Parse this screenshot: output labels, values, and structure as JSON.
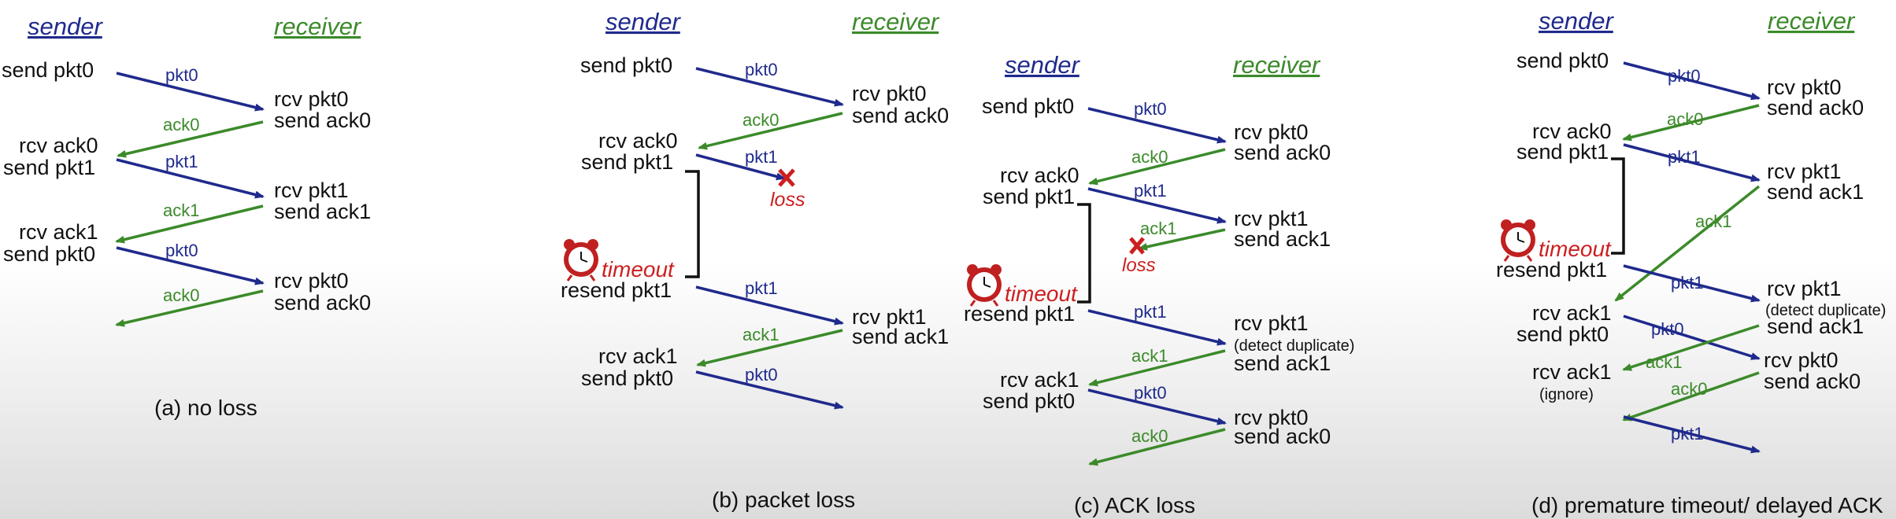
{
  "headers": {
    "sender": "sender",
    "receiver": "receiver"
  },
  "captions": {
    "a": "(a) no loss",
    "b": "(b) packet loss",
    "c": "(c) ACK loss",
    "d": "(d) premature timeout/ delayed ACK"
  },
  "events": {
    "send_pkt0": "send pkt0",
    "send_pkt1": "send pkt1",
    "rcv_ack0": "rcv ack0",
    "rcv_ack1": "rcv ack1",
    "rcv_pkt0": "rcv pkt0",
    "rcv_pkt1": "rcv pkt1",
    "send_ack0": "send ack0",
    "send_ack1": "send ack1",
    "resend_pkt1": "resend pkt1",
    "detect_duplicate": "(detect duplicate)",
    "ignore": "(ignore)",
    "timeout": "timeout",
    "loss": "loss"
  },
  "messages": {
    "pkt0": "pkt0",
    "pkt1": "pkt1",
    "ack0": "ack0",
    "ack1": "ack1"
  },
  "colors": {
    "sender_blue": "#1f2a8c",
    "receiver_green": "#3b8a2a",
    "loss_red": "#cc1f1f"
  }
}
